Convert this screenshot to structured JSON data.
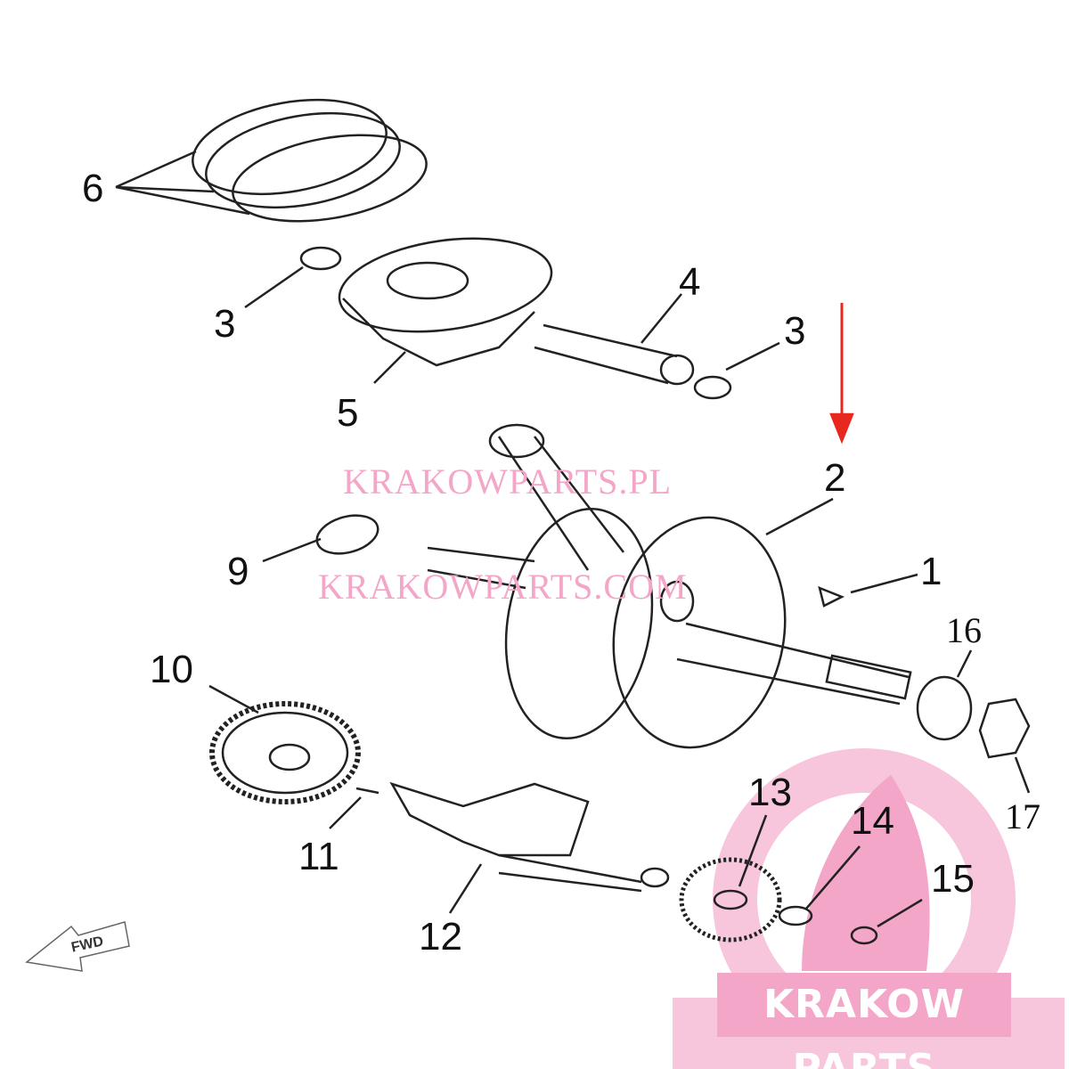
{
  "diagram": {
    "callouts": [
      "1",
      "2",
      "3",
      "3",
      "4",
      "5",
      "6",
      "9",
      "10",
      "11",
      "12",
      "13",
      "14",
      "15",
      "16",
      "17"
    ],
    "direction_label": "FWD",
    "arrow_color": "#e8281e"
  },
  "watermarks": {
    "line1": "KRAKOWPARTS.PL",
    "line2": "KRAKOWPARTS.COM",
    "logo_text": "KRAKOW PARTS",
    "color": "#f4a6c8"
  }
}
